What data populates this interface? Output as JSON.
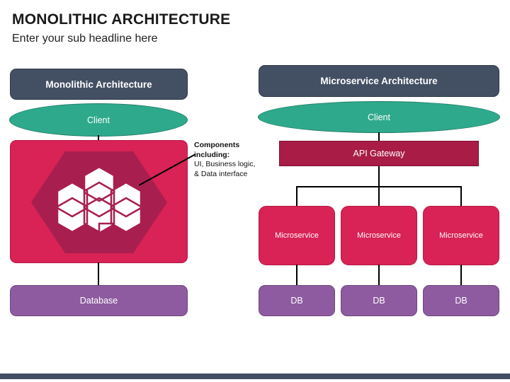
{
  "slide": {
    "title": "MONOLITHIC ARCHITECTURE",
    "subtitle": "Enter your sub headline here"
  },
  "colors": {
    "header_slate": "#434f63",
    "client_teal": "#2fa98c",
    "monolith_pink": "#d92255",
    "hexagon_inner": "#a81f4f",
    "hexagon_cell": "#ffffff",
    "gateway_maroon": "#a81c46",
    "database_purple": "#8e5ba0",
    "connector_black": "#000000",
    "title_text": "#1a1a1a"
  },
  "left_panel": {
    "header": "Monolithic Architecture",
    "client": "Client",
    "monolith_block": {
      "hexagon_count": 7,
      "hexagon_label": "components-hexagon-cluster"
    },
    "database": "Database",
    "callout": {
      "heading": "Components including:",
      "body": "UI, Business logic, &  Data interface"
    }
  },
  "right_panel": {
    "header": "Microservice Architecture",
    "client": "Client",
    "api_gateway": "API Gateway",
    "microservices": [
      {
        "label": "Microservice",
        "db": "DB"
      },
      {
        "label": "Microservice",
        "db": "DB"
      },
      {
        "label": "Microservice",
        "db": "DB"
      }
    ]
  }
}
